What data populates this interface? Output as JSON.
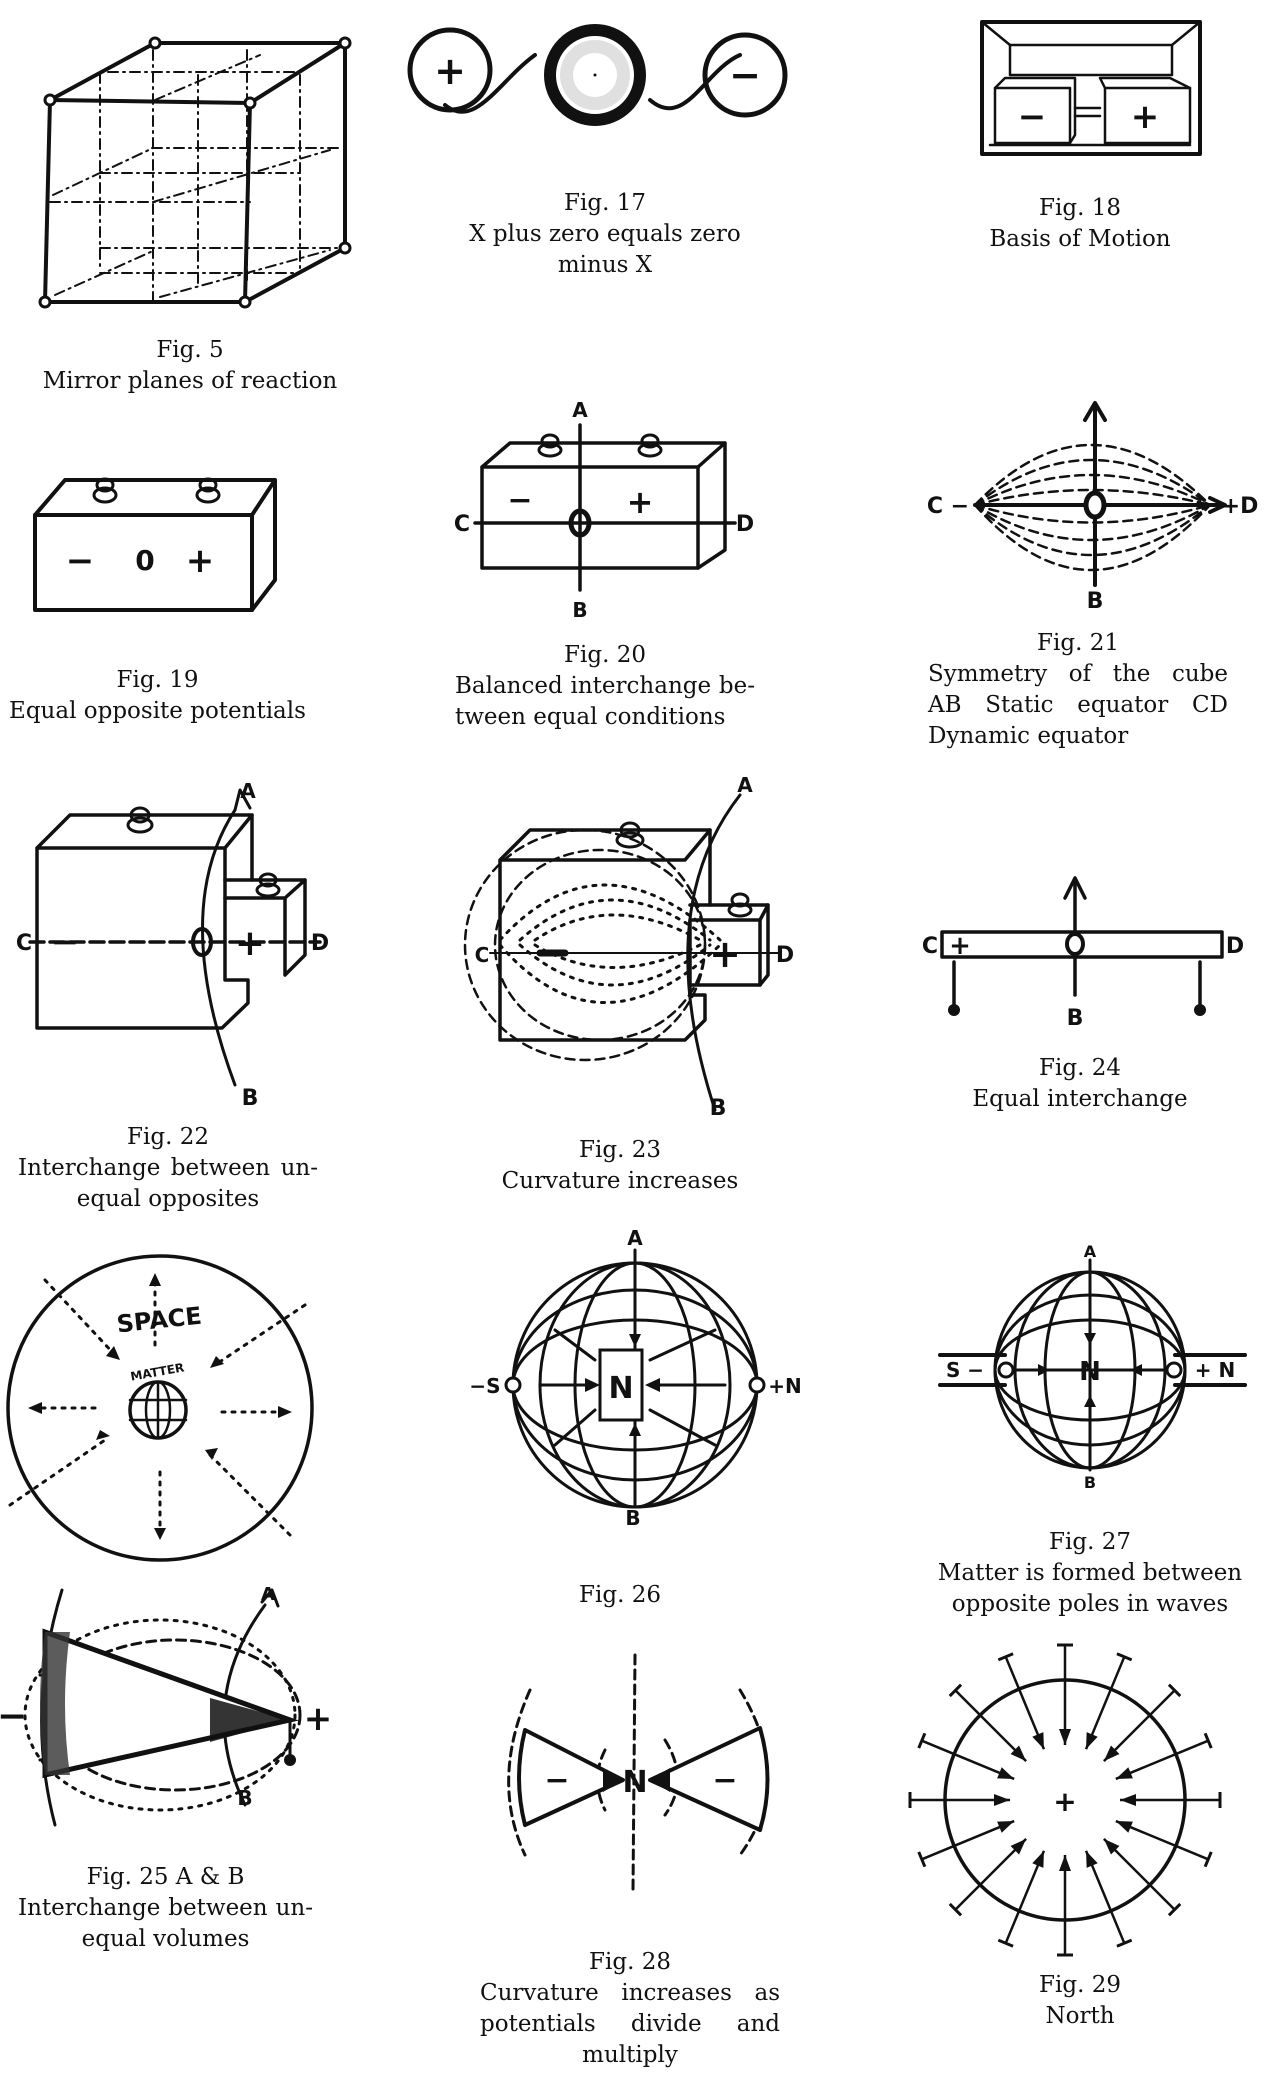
{
  "figures": {
    "fig5": {
      "number": "Fig. 5",
      "caption": [
        "Mirror planes of reaction"
      ]
    },
    "fig17": {
      "number": "Fig. 17",
      "caption": [
        "X plus zero equals zero",
        "minus X"
      ],
      "symbols": {
        "left": "+",
        "right": "−"
      }
    },
    "fig18": {
      "number": "Fig. 18",
      "caption": [
        "Basis of Motion"
      ],
      "symbols": {
        "left": "−",
        "right": "+"
      }
    },
    "fig19": {
      "number": "Fig. 19",
      "caption": [
        "Equal opposite potentials"
      ],
      "symbols": {
        "minus": "−",
        "zero": "0",
        "plus": "+"
      }
    },
    "fig20": {
      "number": "Fig. 20",
      "caption": [
        "Balanced interchange be-",
        "tween equal conditions"
      ],
      "labels": {
        "a": "A",
        "b": "B",
        "c": "C",
        "d": "D",
        "minus": "−",
        "plus": "+"
      }
    },
    "fig21": {
      "number": "Fig. 21",
      "caption": [
        "Symmetry of the cube",
        "AB Static equator CD",
        "Dynamic equator"
      ],
      "labels": {
        "b": "B",
        "c": "C −",
        "d": "+D"
      }
    },
    "fig22": {
      "number": "Fig. 22",
      "caption": [
        "Interchange between un-",
        "equal opposites"
      ],
      "labels": {
        "a": "A",
        "b": "B",
        "c": "C",
        "d": "D",
        "minus": "−",
        "plus": "+"
      }
    },
    "fig23": {
      "number": "Fig. 23",
      "caption": [
        "Curvature increases"
      ],
      "labels": {
        "a": "A",
        "b": "B",
        "c": "C",
        "d": "D",
        "plus": "+"
      }
    },
    "fig24": {
      "number": "Fig. 24",
      "caption": [
        "Equal interchange"
      ],
      "labels": {
        "b": "B",
        "c": "C",
        "d": "D",
        "plus": "+"
      }
    },
    "fig25": {
      "number": "Fig. 25 A & B",
      "caption": [
        "Interchange between un-",
        "equal volumes"
      ],
      "labels": {
        "space": "SPACE",
        "matter": "MATTER",
        "a": "A",
        "b": "B",
        "minus": "−",
        "plus": "+"
      }
    },
    "fig26": {
      "number": "Fig. 26",
      "caption": [],
      "labels": {
        "a": "A",
        "b": "B",
        "n": "N",
        "s_left": "−S",
        "n_right": "+N"
      }
    },
    "fig27": {
      "number": "Fig. 27",
      "caption": [
        "Matter is formed between",
        "opposite poles in waves"
      ],
      "labels": {
        "a": "A",
        "b": "B",
        "n": "N",
        "s_left": "S −",
        "n_right": "+ N"
      }
    },
    "fig28": {
      "number": "Fig. 28",
      "caption": [
        "Curvature increases as",
        "potentials divide and",
        "multiply"
      ],
      "labels": {
        "n": "N",
        "minus": "−"
      }
    },
    "fig29": {
      "number": "Fig. 29",
      "caption": [
        "North"
      ],
      "labels": {
        "plus": "+"
      }
    }
  }
}
